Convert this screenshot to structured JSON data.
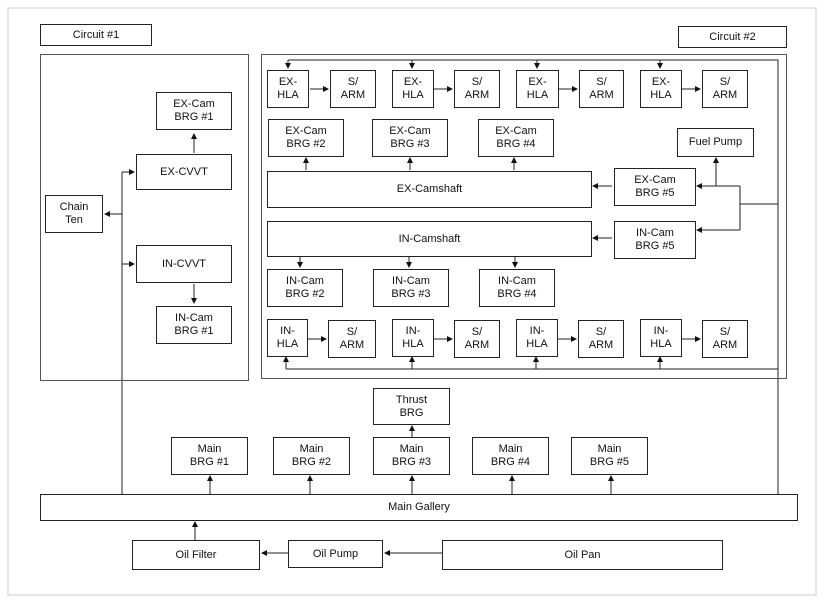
{
  "circuits": {
    "c1": "Circuit #1",
    "c2": "Circuit #2"
  },
  "chain_ten": [
    "Chain",
    "Ten"
  ],
  "ex_cam_brg1": [
    "EX-Cam",
    "BRG #1"
  ],
  "ex_cvvt": "EX-CVVT",
  "in_cvvt": "IN-CVVT",
  "in_cam_brg1": [
    "IN-Cam",
    "BRG #1"
  ],
  "ex_hla": [
    "EX-",
    "HLA"
  ],
  "in_hla": [
    "IN-",
    "HLA"
  ],
  "s_arm": [
    "S/",
    "ARM"
  ],
  "ex_cam_brgs": [
    [
      "EX-Cam",
      "BRG #2"
    ],
    [
      "EX-Cam",
      "BRG #3"
    ],
    [
      "EX-Cam",
      "BRG #4"
    ]
  ],
  "fuel_pump": "Fuel Pump",
  "ex_camshaft": "EX-Camshaft",
  "ex_cam_brg5": [
    "EX-Cam",
    "BRG #5"
  ],
  "in_camshaft": "IN-Camshaft",
  "in_cam_brg5": [
    "IN-Cam",
    "BRG #5"
  ],
  "in_cam_brgs": [
    [
      "IN-Cam",
      "BRG #2"
    ],
    [
      "IN-Cam",
      "BRG #3"
    ],
    [
      "IN-Cam",
      "BRG #4"
    ]
  ],
  "thrust_brg": [
    "Thrust",
    "BRG"
  ],
  "main_brgs": [
    [
      "Main",
      "BRG #1"
    ],
    [
      "Main",
      "BRG #2"
    ],
    [
      "Main",
      "BRG #3"
    ],
    [
      "Main",
      "BRG #4"
    ],
    [
      "Main",
      "BRG #5"
    ]
  ],
  "main_gallery": "Main Gallery",
  "oil_filter": "Oil Filter",
  "oil_pump": "Oil Pump",
  "oil_pan": "Oil Pan"
}
